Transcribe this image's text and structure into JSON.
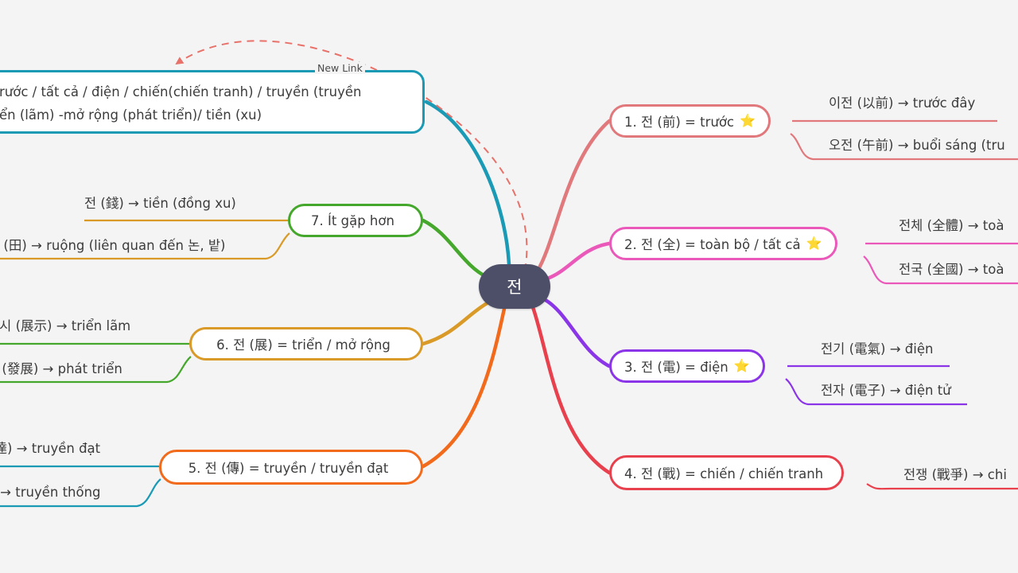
{
  "background_color": "#f4f4f4",
  "center": {
    "label": "전",
    "fill": "#4d4f68",
    "text_color": "#ffffff"
  },
  "annotation": {
    "new_link_label": "New Link",
    "arrow_color": "#e8726a",
    "style": "dashed-curved-arrow"
  },
  "summary_box": {
    "border_color": "#1a9ab5",
    "line1": "rước / tất cả / điện / chiến(chiến tranh) / truyền (truyền",
    "line2": "ển (lãm) -mở rộng (phát triển)/ tiền (xu)",
    "clipped_left": true
  },
  "branches": [
    {
      "id": "branch-1",
      "label": "1. 전 (前) = trước",
      "star": "⭐",
      "color": "#e0787c",
      "side": "right",
      "children": [
        {
          "label": "이전 (以前) → trước đây",
          "clipped": false
        },
        {
          "label": "오전 (午前) → buổi sáng (tru",
          "clipped": true
        }
      ]
    },
    {
      "id": "branch-2",
      "label": "2. 전 (全) = toàn bộ / tất cả",
      "star": "⭐",
      "color": "#ea59b9",
      "side": "right",
      "children": [
        {
          "label": "전체 (全體) → toà",
          "clipped": true
        },
        {
          "label": "전국 (全國) → toà",
          "clipped": true
        }
      ]
    },
    {
      "id": "branch-3",
      "label": "3. 전 (電) = điện",
      "star": "⭐",
      "color": "#8b35e8",
      "side": "right",
      "children": [
        {
          "label": "전기 (電氣) → điện",
          "clipped": false
        },
        {
          "label": "전자 (電子) → điện tử",
          "clipped": false
        }
      ]
    },
    {
      "id": "branch-4",
      "label": "4. 전 (戰) = chiến / chiến tranh",
      "star": "",
      "color": "#e8404d",
      "side": "right",
      "children": [
        {
          "label": "전쟁 (戰爭) → chi",
          "clipped": true
        }
      ]
    },
    {
      "id": "branch-5",
      "label": "5. 전 (傳) = truyền / truyền đạt",
      "star": "",
      "color": "#f26a1b",
      "side": "left",
      "children": [
        {
          "label": "傳達) → truyền đạt",
          "clipped": true
        },
        {
          "label": "統) → truyền thống",
          "clipped": true
        }
      ]
    },
    {
      "id": "branch-6",
      "label": "6. 전 (展) = triển / mở rộng",
      "star": "",
      "color": "#d99a28",
      "side": "left",
      "children": [
        {
          "label": "전시 (展示) → triển lãm",
          "clipped": true
        },
        {
          "label": "전 (發展) → phát triển",
          "clipped": true
        }
      ]
    },
    {
      "id": "branch-7",
      "label": "7. Ít gặp hơn",
      "star": "",
      "color": "#45a72c",
      "side": "left",
      "children": [
        {
          "label": "전 (錢) → tiền (đồng xu)",
          "clipped": false
        },
        {
          "label": "전 (田) → ruộng (liên quan đến 논, 밭)",
          "clipped": true
        }
      ]
    }
  ],
  "leaf_line_colors": {
    "branch-5": "#1a9ab5",
    "branch-6": "#45a72c",
    "branch-7": "#d99a28"
  }
}
